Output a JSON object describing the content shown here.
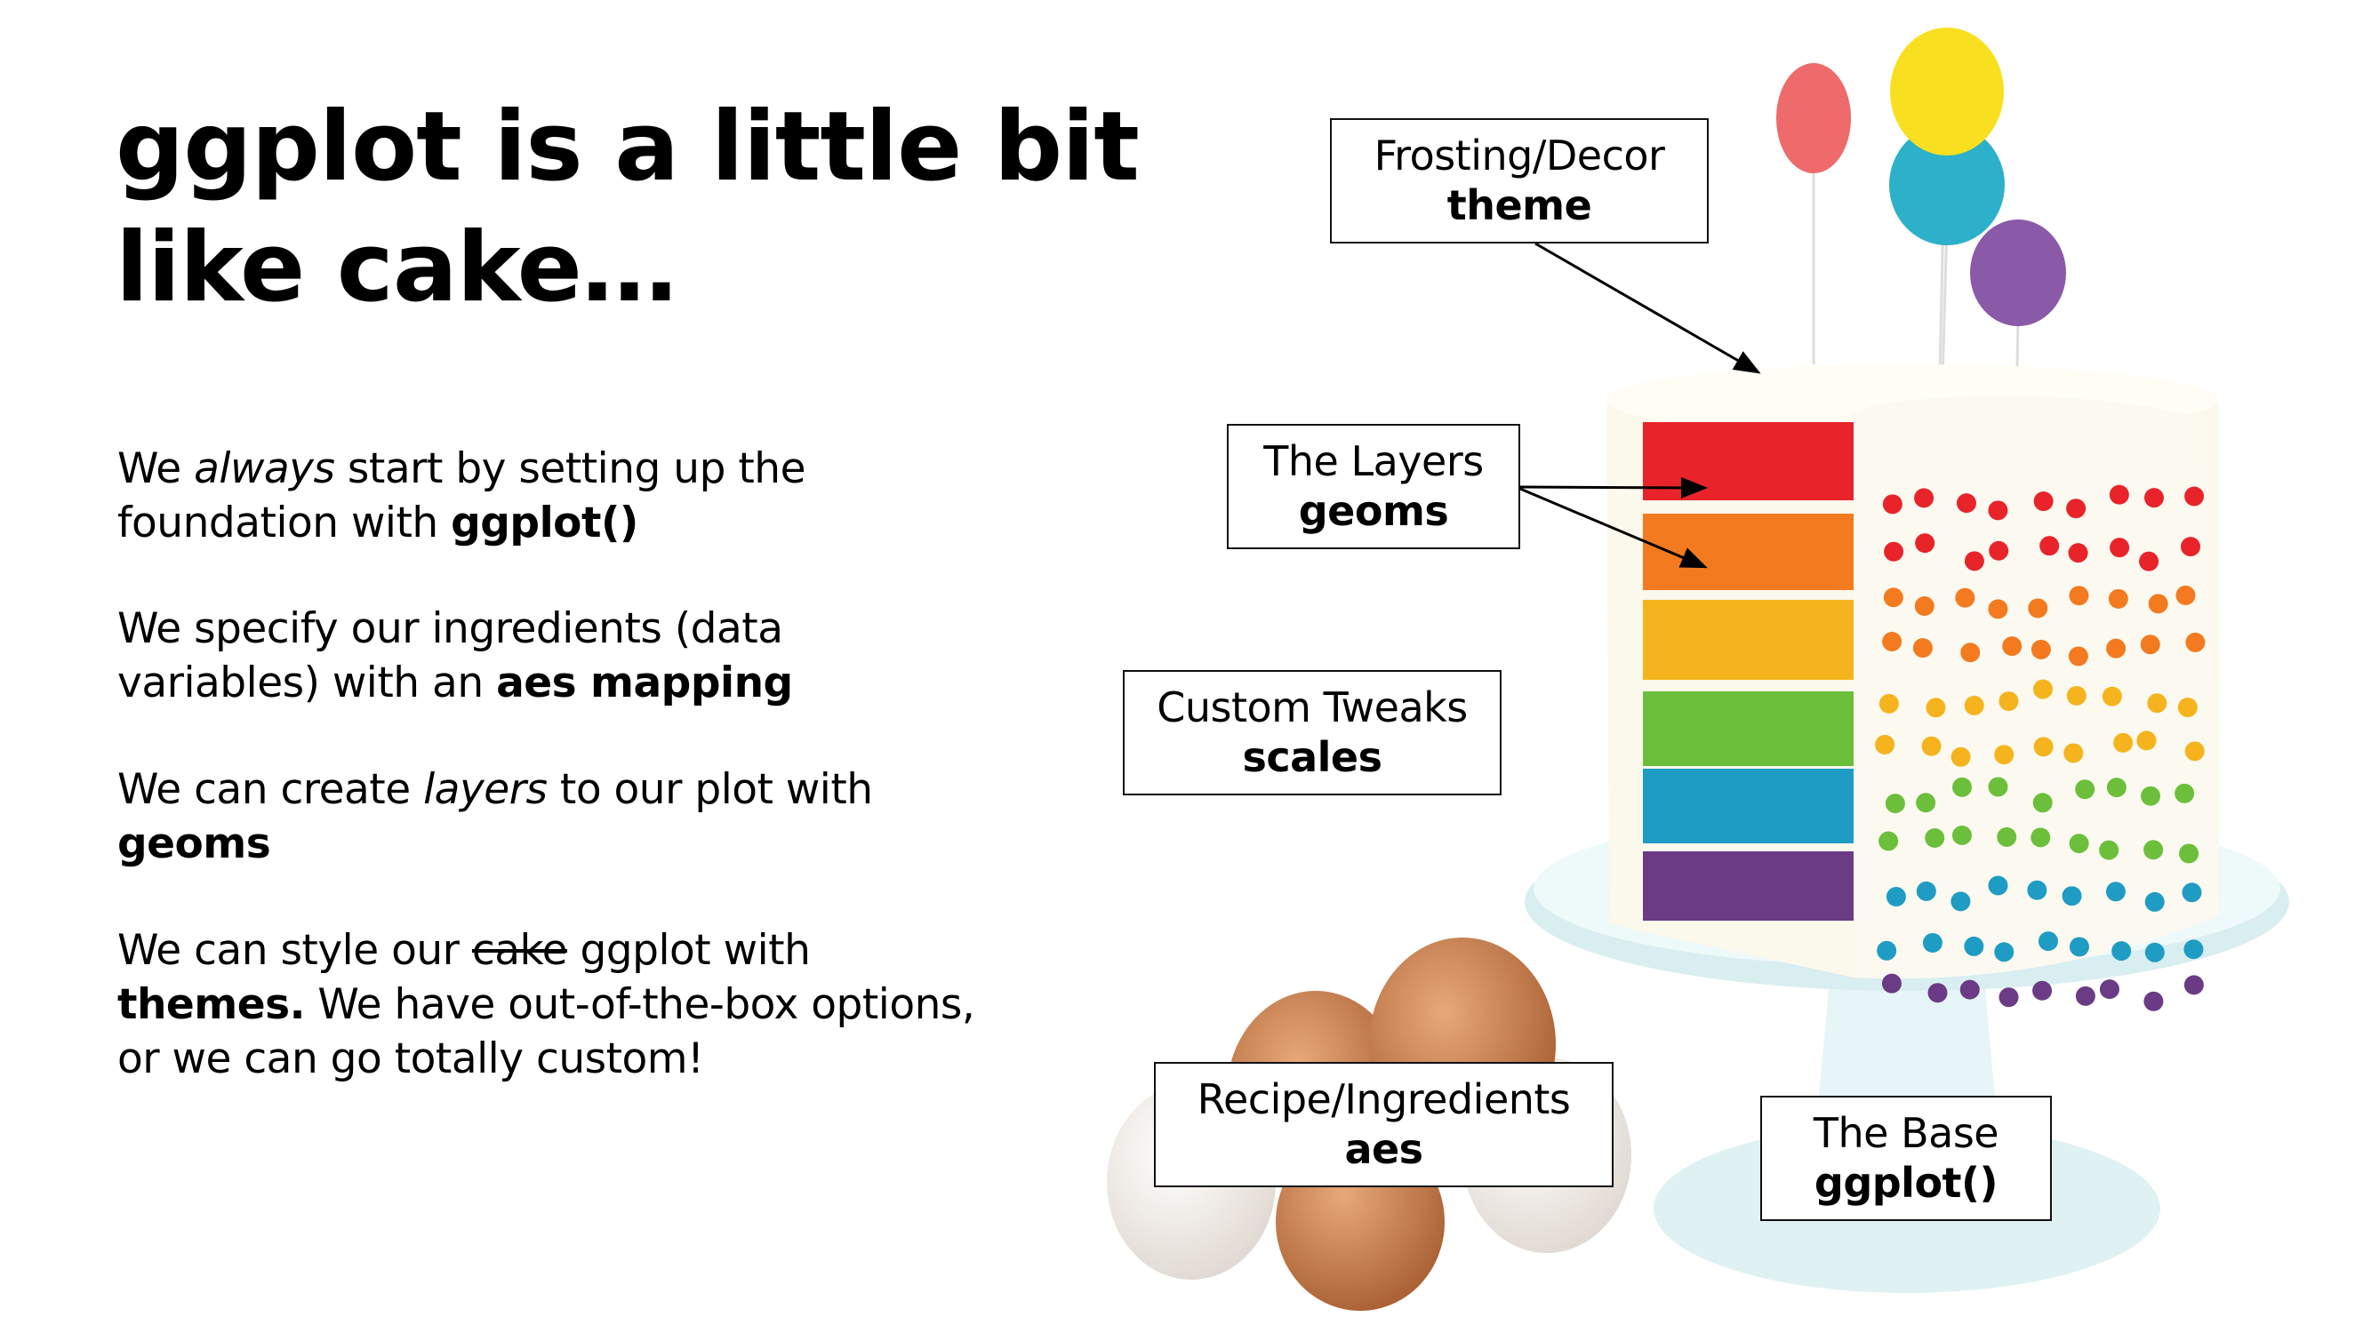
{
  "title": {
    "line1": "ggplot is a little bit",
    "line2": "like cake…"
  },
  "paragraphs": [
    {
      "l1a": "We ",
      "l1b": "always",
      "l1c": " start by setting up the",
      "l2a": "foundation with ",
      "l2b": "ggplot()"
    },
    {
      "l1a": "We specify our ingredients (data",
      "l2a": "variables) with an ",
      "l2b": "aes mapping"
    },
    {
      "l1a": "We can create ",
      "l1b": "layers",
      "l1c": " to our plot with",
      "l2b": "geoms"
    },
    {
      "l1a": "We can style our ",
      "l1b": "cake",
      "l1c": " ggplot with",
      "l2b": "themes.",
      "l2c": " We have out-of-the-box options,",
      "l3a": "or we can go totally custom!"
    }
  ],
  "labels": {
    "frosting": {
      "top": "Frosting/Decor",
      "bold": "theme"
    },
    "layers": {
      "top": "The Layers",
      "bold": "geoms"
    },
    "tweaks": {
      "top": "Custom Tweaks",
      "bold": "scales"
    },
    "recipe": {
      "top": "Recipe/Ingredients",
      "bold": "aes"
    },
    "base": {
      "top": "The Base",
      "bold": "ggplot()"
    }
  },
  "colors": {
    "cake_layers": [
      "#e8242a",
      "#f47a20",
      "#f5b41e",
      "#6cbf3a",
      "#1f9cc4",
      "#6b3b86"
    ],
    "frosting": "#fbf8ec",
    "stand": "#e3f4f6"
  }
}
